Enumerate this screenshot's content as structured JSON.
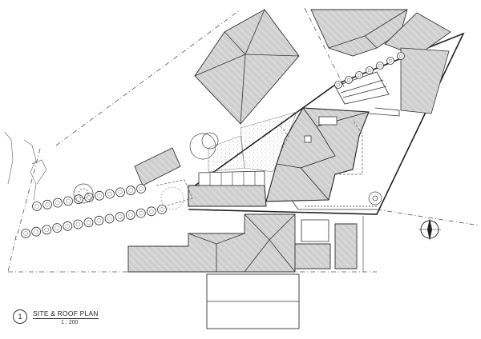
{
  "drawing": {
    "number": "1",
    "title": "SITE & ROOF PLAN",
    "scale": "1 : 200"
  },
  "north_arrow": {
    "icon": "north-arrow-icon"
  },
  "colors": {
    "line": "#333333",
    "roof_fill": "#c8c8c8",
    "hatch": "#e9e9e9",
    "light_line": "#888888"
  }
}
